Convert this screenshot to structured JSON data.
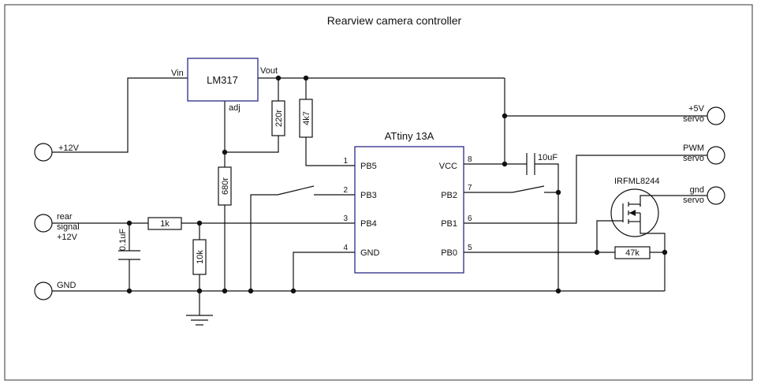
{
  "title": "Rearview camera controller",
  "regulator": {
    "name": "LM317",
    "vin": "Vin",
    "vout": "Vout",
    "adj": "adj"
  },
  "mcu": {
    "name": "ATtiny 13A",
    "pins": [
      {
        "num": "1",
        "name": "PB5"
      },
      {
        "num": "2",
        "name": "PB3"
      },
      {
        "num": "3",
        "name": "PB4"
      },
      {
        "num": "4",
        "name": "GND"
      },
      {
        "num": "8",
        "name": "VCC"
      },
      {
        "num": "7",
        "name": "PB2"
      },
      {
        "num": "6",
        "name": "PB1"
      },
      {
        "num": "5",
        "name": "PB0"
      }
    ]
  },
  "terminals": {
    "v12": "+12V",
    "rear": [
      "rear",
      "signal",
      "+12V"
    ],
    "gnd": "GND",
    "servo5v": [
      "+5V",
      "servo"
    ],
    "pwm": [
      "PWM",
      "servo"
    ],
    "gndservo": [
      "gnd",
      "servo"
    ]
  },
  "components": {
    "r220": "220r",
    "r4k7": "4k7",
    "r680": "680r",
    "r1k": "1k",
    "r10k": "10k",
    "c01": "0.1uF",
    "c10": "10uF",
    "r47k": "47k",
    "mosfet": "IRFML8244"
  }
}
